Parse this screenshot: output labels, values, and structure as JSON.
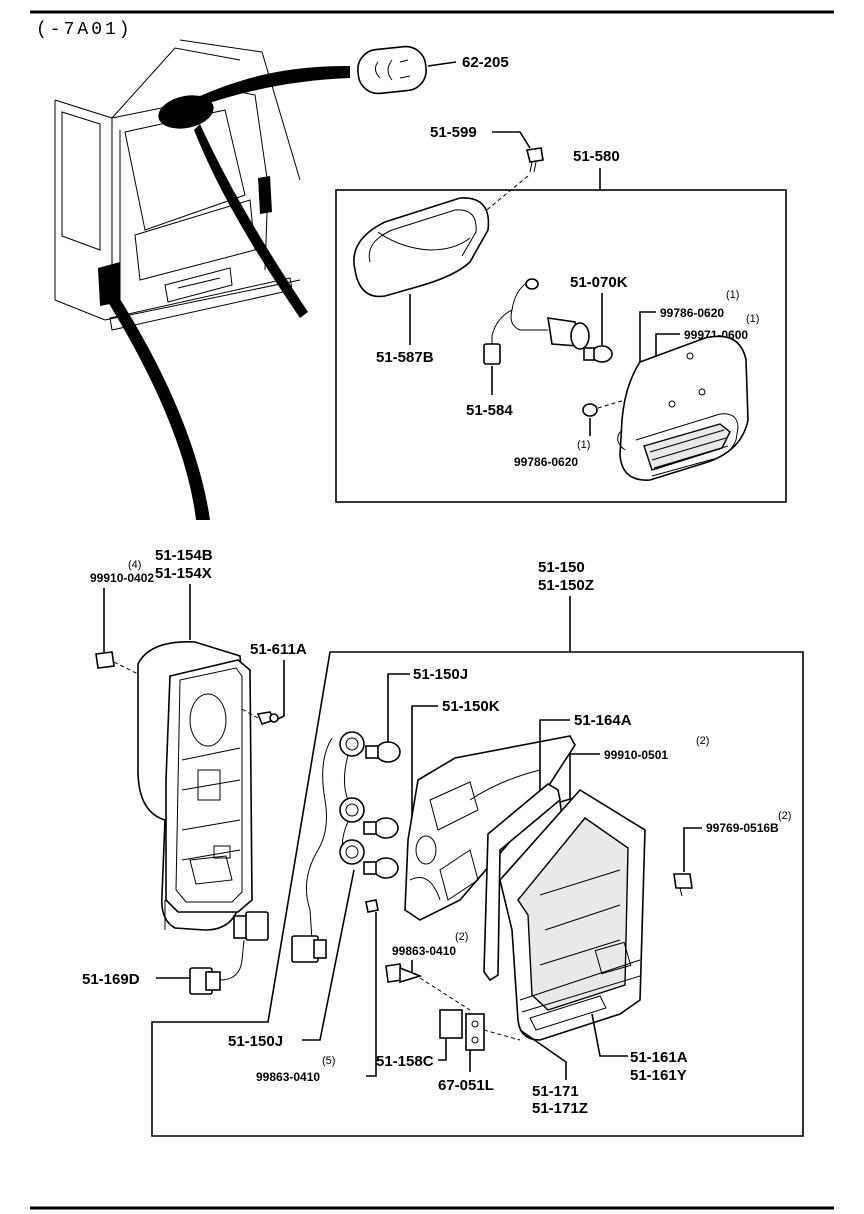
{
  "header": {
    "model_code": "(-7A01)"
  },
  "upper_assembly": {
    "number": "51-580"
  },
  "lower_assembly": {
    "numbers": [
      "51-150",
      "51-150Z"
    ]
  },
  "callouts": {
    "c62_205": "62-205",
    "c51_599": "51-599",
    "c51_587B": "51-587B",
    "c51_070K": "51-070K",
    "c99786_0620_top_qty": "(1)",
    "c99786_0620_top": "99786-0620",
    "c99971_0600_qty": "(1)",
    "c99971_0600": "99971-0600",
    "c51_584": "51-584",
    "c99786_0620_bot_qty": "(1)",
    "c99786_0620_bot": "99786-0620",
    "c99910_0402_qty": "(4)",
    "c99910_0402": "99910-0402",
    "c51_154B": "51-154B",
    "c51_154X": "51-154X",
    "c51_611A": "51-611A",
    "c51_150J_top": "51-150J",
    "c51_150K": "51-150K",
    "c51_164A": "51-164A",
    "c99910_0501_qty": "(2)",
    "c99910_0501": "99910-0501",
    "c99769_0516B_qty": "(2)",
    "c99769_0516B": "99769-0516B",
    "c99863_0410_mid_qty": "(2)",
    "c99863_0410_mid": "99863-0410",
    "c51_169D": "51-169D",
    "c51_150J_bot": "51-150J",
    "c99863_0410_bot_qty": "(5)",
    "c99863_0410_bot": "99863-0410",
    "c51_158C": "51-158C",
    "c67_051L": "67-051L",
    "c51_171": "51-171",
    "c51_171Z": "51-171Z",
    "c51_161A": "51-161A",
    "c51_161Y": "51-161Y"
  }
}
